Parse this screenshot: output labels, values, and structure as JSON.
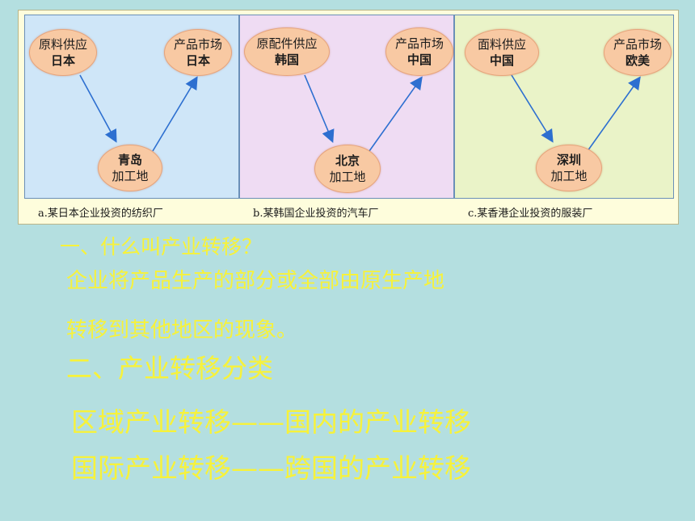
{
  "figure": {
    "panels": [
      {
        "source": [
          "原料供应",
          "日本"
        ],
        "market": [
          "产品市场",
          "日本"
        ],
        "factory": [
          "青岛",
          "加工地"
        ],
        "caption": "a.某日本企业投资的纺织厂"
      },
      {
        "source": [
          "原配件供应",
          "韩国"
        ],
        "market": [
          "产品市场",
          "中国"
        ],
        "factory": [
          "北京",
          "加工地"
        ],
        "caption": "b.某韩国企业投资的汽车厂"
      },
      {
        "source": [
          "面料供应",
          "中国"
        ],
        "market": [
          "产品市场",
          "欧美"
        ],
        "factory": [
          "深圳",
          "加工地"
        ],
        "caption": "c.某香港企业投资的服装厂"
      }
    ],
    "colors": {
      "node_fill": "#f8c9a3",
      "arrow": "#2d6fd0",
      "panel_a": "#cfe6f8",
      "panel_b": "#efdcf3",
      "panel_c": "#eaf3c8"
    }
  },
  "text": {
    "heading1": "一、什么叫产业转移？",
    "definition_line1": "企业将产品生产的部分或全部由原生产地",
    "definition_line2": "转移到其他地区的现象。",
    "heading2": "二、产业转移分类",
    "type1": "区域产业转移——国内的产业转移",
    "type2": "国际产业转移——跨国的产业转移",
    "text_color": "#f7f23a",
    "background": "#b4dfe0"
  }
}
